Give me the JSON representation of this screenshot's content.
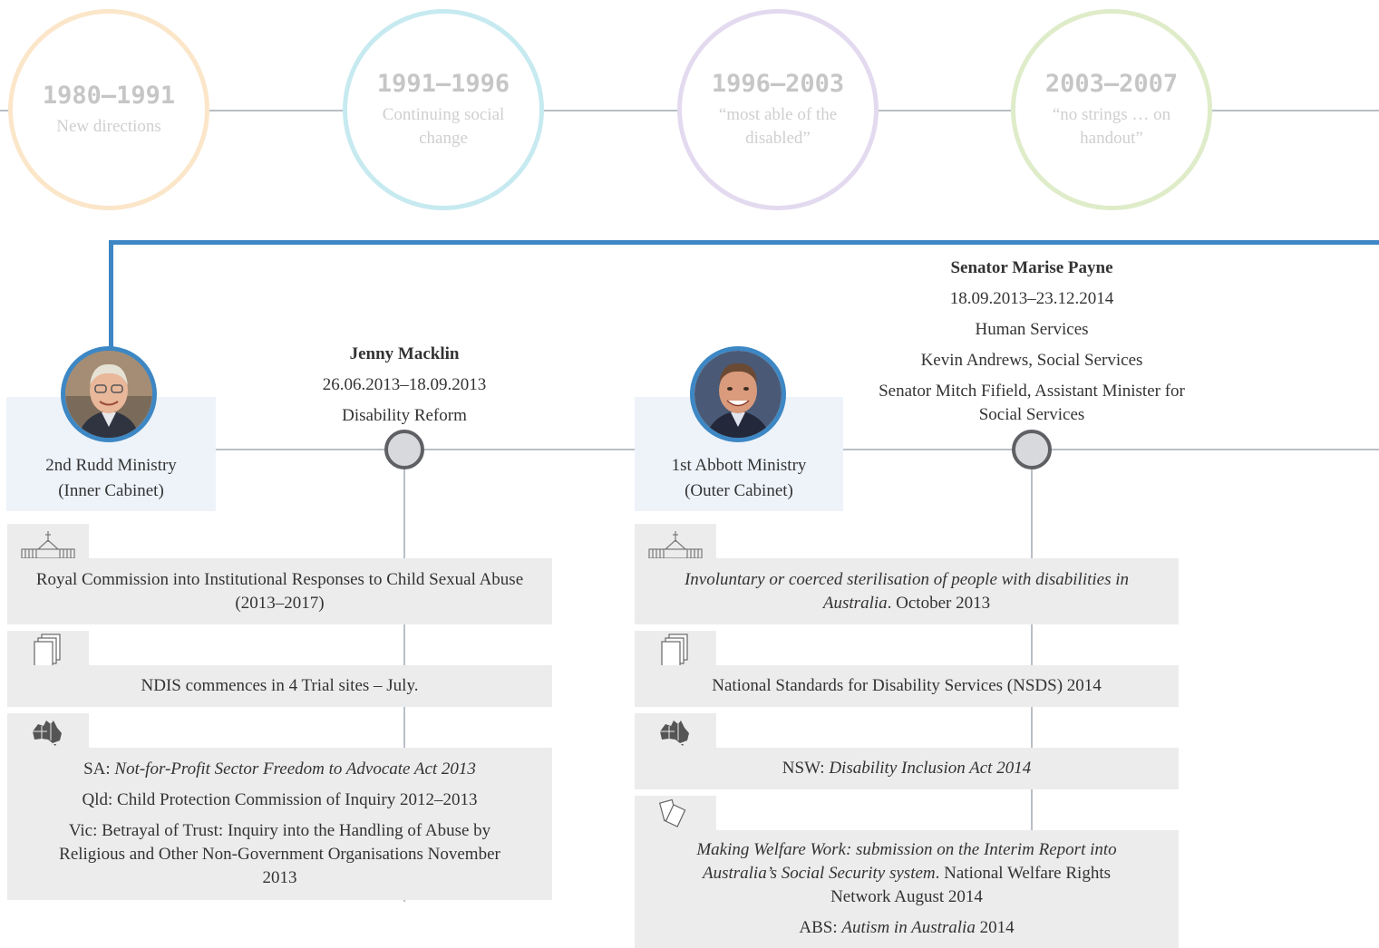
{
  "eras": [
    {
      "years": "1980–1991",
      "subtitle": "New directions",
      "color": "#fbe6c9"
    },
    {
      "years": "1991–1996",
      "subtitle": "Continuing social change",
      "color": "#c6eaf0"
    },
    {
      "years": "1996–2003",
      "subtitle": "“most able of the disabled”",
      "color": "#e3daf0"
    },
    {
      "years": "2003–2007",
      "subtitle": "“no strings … on handout”",
      "color": "#dfecc9"
    }
  ],
  "ministries": [
    {
      "name_line1": "2nd Rudd Ministry",
      "name_line2": "(Inner Cabinet)"
    },
    {
      "name_line1": "1st Abbott Ministry",
      "name_line2": "(Outer Cabinet)"
    }
  ],
  "ministers": [
    {
      "name": "Jenny Macklin",
      "dates": "26.06.2013–18.09.2013",
      "roles": [
        "Disability Reform"
      ]
    },
    {
      "name": "Senator Marise Payne",
      "dates": "18.09.2013–23.12.2014",
      "roles": [
        "Human Services",
        "Kevin Andrews, Social Services",
        "Senator Mitch Fifield, Assistant Minister for Social Services"
      ]
    }
  ],
  "left_events": {
    "parliament": [
      "Royal Commission into Institutional Responses to Child Sexual Abuse (2013–2017)"
    ],
    "documents": [
      "NDIS commences in 4 Trial sites – July."
    ],
    "states": [
      {
        "prefix": "SA: ",
        "italic": "Not-for-Profit Sector Freedom to Advocate Act 2013",
        "suffix": ""
      },
      {
        "prefix": "Qld: Child Protection Commission of Inquiry 2012–2013",
        "italic": "",
        "suffix": ""
      },
      {
        "prefix": "Vic: Betrayal of Trust: Inquiry into the Handling of Abuse by Religious and Other Non-Government Organisations November 2013",
        "italic": "",
        "suffix": ""
      }
    ]
  },
  "right_events": {
    "parliament": [
      {
        "prefix": "",
        "italic": "Involuntary or coerced sterilisation of people with disabilities in Australia",
        "suffix": ". October 2013"
      }
    ],
    "documents": [
      "National Standards for Disability Services (NSDS) 2014"
    ],
    "states": [
      {
        "prefix": "NSW: ",
        "italic": "Disability Inclusion Act 2014",
        "suffix": ""
      }
    ],
    "publications": [
      {
        "prefix": "",
        "italic": "Making Welfare Work: submission on the Interim Report into Australia’s Social Security system",
        "suffix": ". National Welfare Rights Network August 2014"
      },
      {
        "prefix": "ABS: ",
        "italic": "Autism in Australia",
        "suffix": " 2014"
      }
    ]
  },
  "icons": {
    "parliament": "parliament-house-icon",
    "documents": "documents-icon",
    "states": "australia-map-icon",
    "publications": "publications-icon"
  },
  "colors": {
    "accent": "#3d87c4",
    "connector": "#b9bfc6",
    "panel": "#ececec",
    "ministry_bg": "#eef3fa"
  }
}
